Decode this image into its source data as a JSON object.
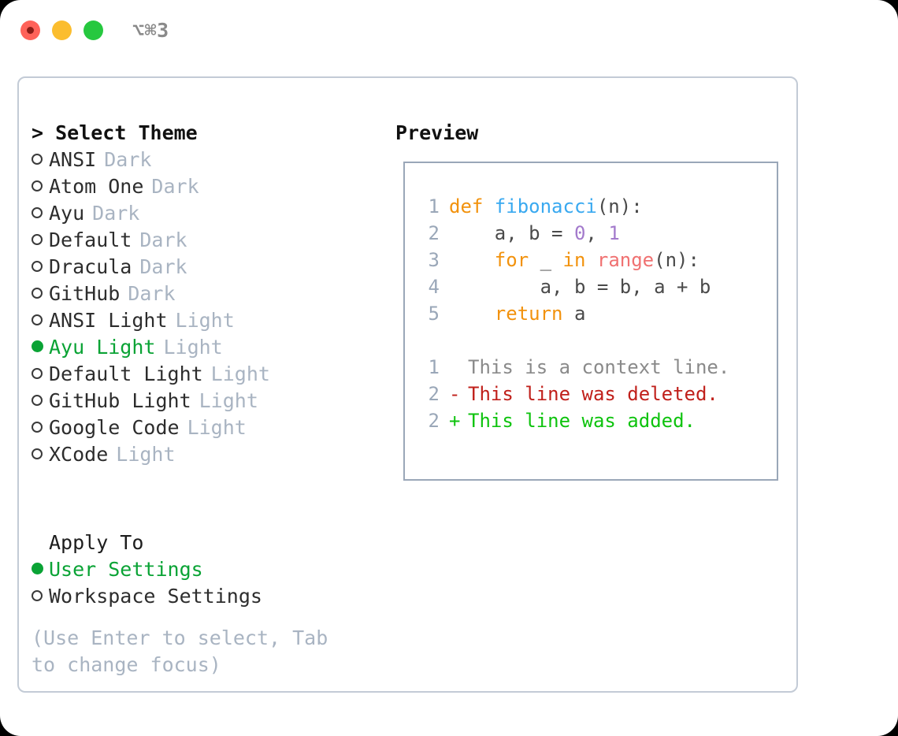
{
  "window": {
    "shortcut": "⌥⌘3",
    "traffic_lights": {
      "close": "close-button",
      "minimize": "minimize-button",
      "maximize": "maximize-button"
    }
  },
  "theme_picker": {
    "heading": "> Select Theme",
    "selected_theme": "Ayu Light",
    "accent_color": "#0aa335",
    "badge_color": "#a9b4c2",
    "items": [
      {
        "name": "ANSI",
        "badge": "Dark",
        "selected": false
      },
      {
        "name": "Atom One",
        "badge": "Dark",
        "selected": false
      },
      {
        "name": "Ayu",
        "badge": "Dark",
        "selected": false
      },
      {
        "name": "Default",
        "badge": "Dark",
        "selected": false
      },
      {
        "name": "Dracula",
        "badge": "Dark",
        "selected": false
      },
      {
        "name": "GitHub",
        "badge": "Dark",
        "selected": false
      },
      {
        "name": "ANSI Light",
        "badge": "Light",
        "selected": false
      },
      {
        "name": "Ayu Light",
        "badge": "Light",
        "selected": true
      },
      {
        "name": "Default Light",
        "badge": "Light",
        "selected": false
      },
      {
        "name": "GitHub Light",
        "badge": "Light",
        "selected": false
      },
      {
        "name": "Google Code",
        "badge": "Light",
        "selected": false
      },
      {
        "name": "XCode",
        "badge": "Light",
        "selected": false
      }
    ]
  },
  "apply_to": {
    "heading": "Apply To",
    "selected_option": "User Settings",
    "options": [
      {
        "label": "User Settings",
        "selected": true
      },
      {
        "label": "Workspace Settings",
        "selected": false
      }
    ]
  },
  "hint": "(Use Enter to select, Tab to change focus)",
  "preview": {
    "heading": "Preview",
    "border_color": "#9aa7b8",
    "syntax_colors": {
      "keyword": "#f2920d",
      "function": "#39a9f0",
      "number": "#a37acc",
      "builtin": "#f07171",
      "plain": "#4a4a4a",
      "line_number": "#9aa7b8",
      "diff_context": "#8a8a8a",
      "diff_deleted": "#c0201b",
      "diff_added": "#0ec30e"
    },
    "code_lines": [
      {
        "ln": "1",
        "tokens": [
          {
            "t": "def ",
            "c": "kw"
          },
          {
            "t": "fibonacci",
            "c": "fn"
          },
          {
            "t": "(n):",
            "c": "plain"
          }
        ]
      },
      {
        "ln": "2",
        "tokens": [
          {
            "t": "    a, b = ",
            "c": "plain"
          },
          {
            "t": "0",
            "c": "num"
          },
          {
            "t": ", ",
            "c": "plain"
          },
          {
            "t": "1",
            "c": "num"
          }
        ]
      },
      {
        "ln": "3",
        "tokens": [
          {
            "t": "    ",
            "c": "plain"
          },
          {
            "t": "for",
            "c": "kw"
          },
          {
            "t": " _ ",
            "c": "plain"
          },
          {
            "t": "in",
            "c": "kw"
          },
          {
            "t": " ",
            "c": "plain"
          },
          {
            "t": "range",
            "c": "bi"
          },
          {
            "t": "(n):",
            "c": "plain"
          }
        ]
      },
      {
        "ln": "4",
        "tokens": [
          {
            "t": "        a, b = b, a + b",
            "c": "plain"
          }
        ]
      },
      {
        "ln": "5",
        "tokens": [
          {
            "t": "    ",
            "c": "plain"
          },
          {
            "t": "return",
            "c": "kw"
          },
          {
            "t": " a",
            "c": "plain"
          }
        ]
      }
    ],
    "diff_lines": [
      {
        "ln": "1",
        "mark": "",
        "text": "This is a context line.",
        "kind": "ctx"
      },
      {
        "ln": "2",
        "mark": "-",
        "text": "This line was deleted.",
        "kind": "del"
      },
      {
        "ln": "2",
        "mark": "+",
        "text": "This line was added.",
        "kind": "add"
      }
    ]
  }
}
